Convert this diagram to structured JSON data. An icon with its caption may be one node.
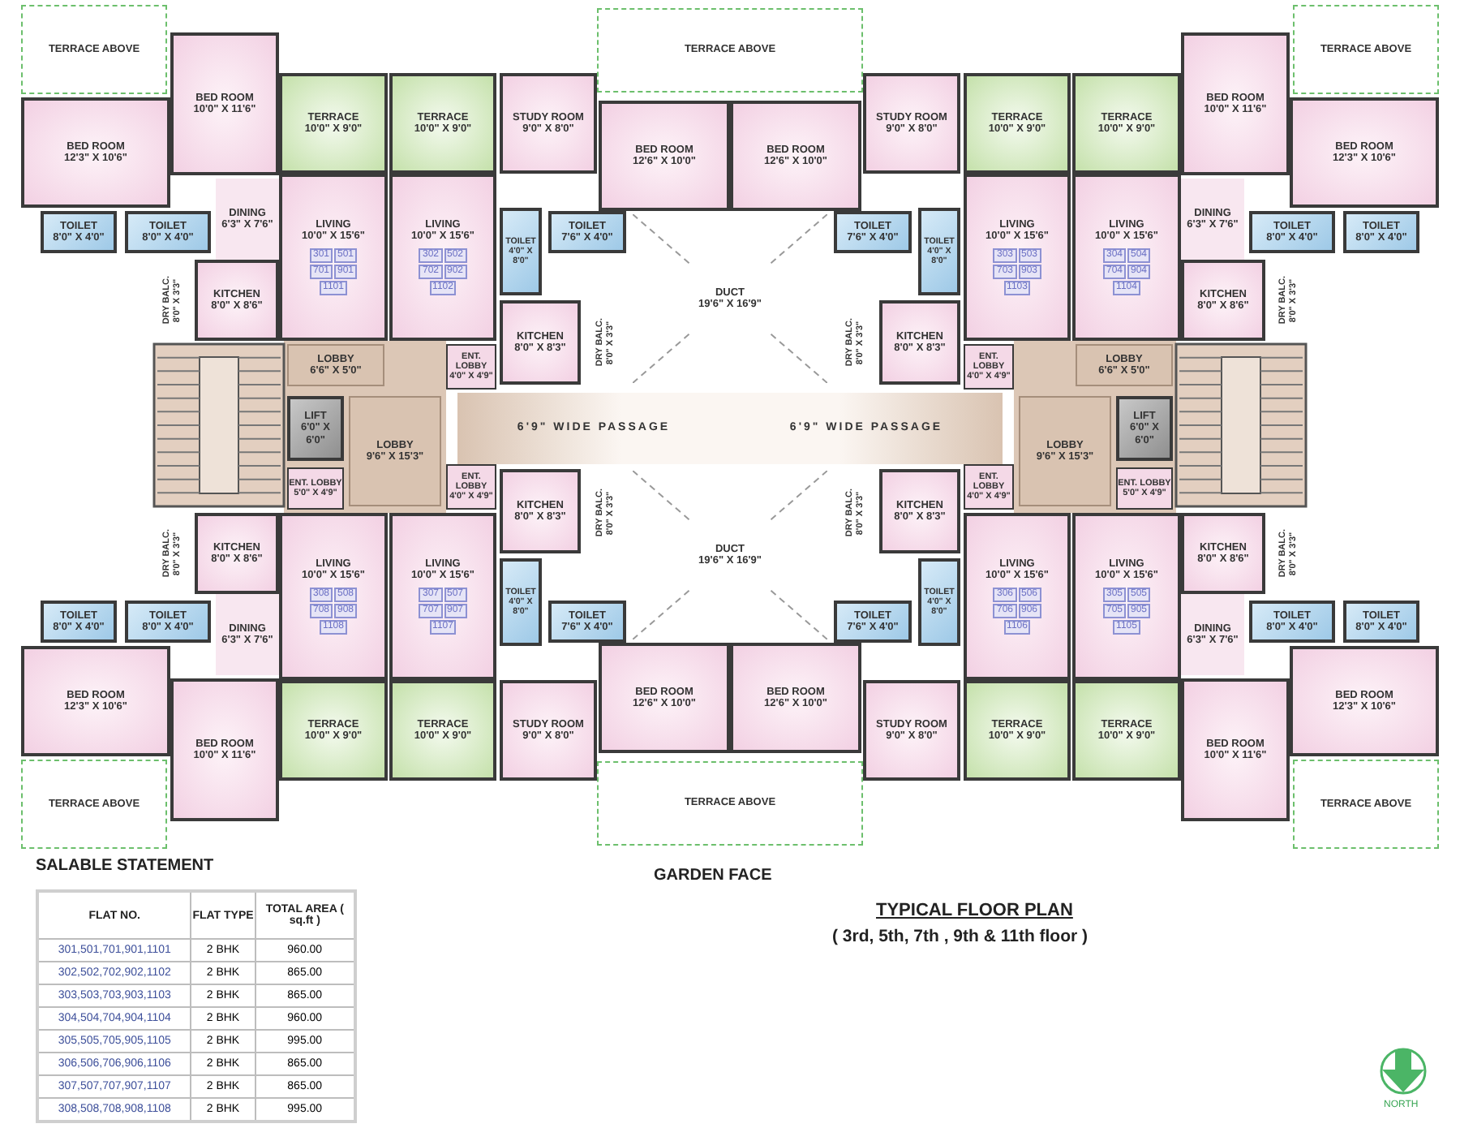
{
  "diagram": {
    "title": "TYPICAL FLOOR PLAN",
    "caption": "( 3rd, 5th, 7th , 9th & 11th floor )",
    "nodes": [
      {
        "text": [
          "TERRACE ABOVE"
        ]
      },
      {
        "text": [
          "BED ROOM",
          "10'0\" X 11'6\""
        ]
      },
      {
        "text": [
          "BED ROOM",
          "12'3\" X 10'6\""
        ]
      },
      {
        "text": [
          "TERRACE",
          "10'0\" X 9'0\""
        ]
      },
      {
        "text": [
          "TERRACE",
          "10'0\" X 9'0\""
        ]
      },
      {
        "text": [
          "STUDY ROOM",
          "9'0\" X 8'0\""
        ]
      },
      {
        "text": [
          "BED ROOM",
          "12'6\" X 10'0\""
        ]
      },
      {
        "text": [
          "TERRACE ABOVE"
        ]
      },
      {
        "text": [
          "BED ROOM",
          "12'6\" X 10'0\""
        ]
      },
      {
        "text": [
          "STUDY ROOM",
          "9'0\" X 8'0\""
        ]
      },
      {
        "text": [
          "TERRACE",
          "10'0\" X 9'0\""
        ]
      },
      {
        "text": [
          "TERRACE",
          "10'0\" X 9'0\""
        ]
      },
      {
        "text": [
          "BED ROOM",
          "10'0\" X 11'6\""
        ]
      },
      {
        "text": [
          "TERRACE ABOVE"
        ]
      },
      {
        "text": [
          "BED ROOM",
          "12'3\" X 10'6\""
        ]
      },
      {
        "text": [
          "TOILET",
          "8'0\" X 4'0\""
        ]
      },
      {
        "text": [
          "TOILET",
          "8'0\" X 4'0\""
        ]
      },
      {
        "text": [
          "DINING",
          "6'3\" X 7'6\""
        ]
      },
      {
        "text": [
          "LIVING",
          "10'0\" X 15'6\"",
          "301",
          "501",
          "701",
          "901",
          "1101"
        ]
      },
      {
        "text": [
          "LIVING",
          "10'0\" X 15'6\"",
          "302",
          "502",
          "702",
          "902",
          "1102"
        ]
      },
      {
        "text": [
          "TOILET",
          "4'0\" X 8'0\""
        ]
      },
      {
        "text": [
          "TOILET",
          "7'6\" X 4'0\""
        ]
      },
      {
        "text": [
          "DUCT",
          "19'6\" X 16'9\""
        ]
      },
      {
        "text": [
          "TOILET",
          "7'6\" X 4'0\""
        ]
      },
      {
        "text": [
          "TOILET",
          "4'0\" X 8'0\""
        ]
      },
      {
        "text": [
          "LIVING",
          "10'0\" X 15'6\"",
          "303",
          "503",
          "703",
          "903",
          "1103"
        ]
      },
      {
        "text": [
          "LIVING",
          "10'0\" X 15'6\"",
          "304",
          "504",
          "704",
          "904",
          "1104"
        ]
      },
      {
        "text": [
          "DINING",
          "6'3\" X 7'6\""
        ]
      },
      {
        "text": [
          "TOILET",
          "8'0\" X 4'0\""
        ]
      },
      {
        "text": [
          "TOILET",
          "8'0\" X 4'0\""
        ]
      },
      {
        "text": [
          "DRY BALC.",
          "8'0\" X 3'3\""
        ]
      },
      {
        "text": [
          "KITCHEN",
          "8'0\" X 8'6\""
        ]
      },
      {
        "text": [
          "ENT. LOBBY",
          "4'0\" X 4'9\""
        ]
      },
      {
        "text": [
          "KITCHEN",
          "8'0\" X 8'3\""
        ]
      },
      {
        "text": [
          "DRY BALC.",
          "8'0\" X 3'3\""
        ]
      },
      {
        "text": [
          "DRY BALC.",
          "8'0\" X 3'3\""
        ]
      },
      {
        "text": [
          "KITCHEN",
          "8'0\" X 8'3\""
        ]
      },
      {
        "text": [
          "ENT. LOBBY",
          "4'0\" X 4'9\""
        ]
      },
      {
        "text": [
          "KITCHEN",
          "8'0\" X 8'6\""
        ]
      },
      {
        "text": [
          "DRY BALC.",
          "8'0\" X 3'3\""
        ]
      },
      {
        "text": [
          "LOBBY",
          "6'6\" X 5'0\""
        ]
      },
      {
        "text": [
          "LOBBY",
          "6'6\" X 5'0\""
        ]
      },
      {
        "text": [
          "LIFT",
          "6'0\" X 6'0\""
        ]
      },
      {
        "text": [
          "LOBBY",
          "9'6\" X 15'3\""
        ]
      },
      {
        "text": [
          "6'9\" WIDE PASSAGE",
          "6'9\" WIDE PASSAGE"
        ]
      },
      {
        "text": [
          "LOBBY",
          "9'6\" X 15'3\""
        ]
      },
      {
        "text": [
          "LIFT",
          "6'0\" X 6'0\""
        ]
      },
      {
        "text": [
          "TERRACE ABOVE"
        ]
      },
      {
        "text": [
          "BED ROOM",
          "10'0\" X 11'6\""
        ]
      },
      {
        "text": [
          "BED ROOM",
          "12'3\" X 10'6\""
        ]
      },
      {
        "text": [
          "TERRACE",
          "10'0\" X 9'0\""
        ]
      },
      {
        "text": [
          "TERRACE",
          "10'0\" X 9'0\""
        ]
      },
      {
        "text": [
          "STUDY ROOM",
          "9'0\" X 8'0\""
        ]
      },
      {
        "text": [
          "BED ROOM",
          "12'6\" X 10'0\""
        ]
      },
      {
        "text": [
          "TERRACE ABOVE"
        ]
      },
      {
        "text": [
          "BED ROOM",
          "12'6\" X 10'0\""
        ]
      },
      {
        "text": [
          "STUDY ROOM",
          "9'0\" X 8'0\""
        ]
      },
      {
        "text": [
          "TERRACE",
          "10'0\" X 9'0\""
        ]
      },
      {
        "text": [
          "TERRACE",
          "10'0\" X 9'0\""
        ]
      },
      {
        "text": [
          "BED ROOM",
          "10'0\" X 11'6\""
        ]
      },
      {
        "text": [
          "TERRACE ABOVE"
        ]
      },
      {
        "text": [
          "BED ROOM",
          "12'3\" X 10'6\""
        ]
      },
      {
        "text": [
          "TOILET",
          "8'0\" X 4'0\""
        ]
      },
      {
        "text": [
          "TOILET",
          "8'0\" X 4'0\""
        ]
      },
      {
        "text": [
          "DINING",
          "6'3\" X 7'6\""
        ]
      },
      {
        "text": [
          "LIVING",
          "10'0\" X 15'6\"",
          "308",
          "508",
          "708",
          "908",
          "1108"
        ]
      },
      {
        "text": [
          "LIVING",
          "10'0\" X 15'6\"",
          "307",
          "507",
          "707",
          "907",
          "1107"
        ]
      },
      {
        "text": [
          "TOILET",
          "4'0\" X 8'0\""
        ]
      },
      {
        "text": [
          "TOILET",
          "7'6\" X 4'0\""
        ]
      },
      {
        "text": [
          "DUCT",
          "19'6\" X 16'9\""
        ]
      },
      {
        "text": [
          "TOILET",
          "7'6\" X 4'0\""
        ]
      },
      {
        "text": [
          "TOILET",
          "4'0\" X 8'0\""
        ]
      },
      {
        "text": [
          "LIVING",
          "10'0\" X 15'6\"",
          "306",
          "506",
          "706",
          "906",
          "1106"
        ]
      },
      {
        "text": [
          "LIVING",
          "10'0\" X 15'6\"",
          "305",
          "505",
          "705",
          "905",
          "1105"
        ]
      },
      {
        "text": [
          "DINING",
          "6'3\" X 7'6\""
        ]
      },
      {
        "text": [
          "TOILET",
          "8'0\" X 4'0\""
        ]
      },
      {
        "text": [
          "TOILET",
          "8'0\" X 4'0\""
        ]
      },
      {
        "text": [
          "DRY BALC.",
          "8'0\" X 3'3\""
        ]
      },
      {
        "text": [
          "KITCHEN",
          "8'0\" X 8'6\""
        ]
      },
      {
        "text": [
          "ENT. LOBBY",
          "4'0\" X 4'9\""
        ]
      },
      {
        "text": [
          "KITCHEN",
          "8'0\" X 8'3\""
        ]
      },
      {
        "text": [
          "DRY BALC.",
          "8'0\" X 3'3\""
        ]
      },
      {
        "text": [
          "DRY BALC.",
          "8'0\" X 3'3\""
        ]
      },
      {
        "text": [
          "KITCHEN",
          "8'0\" X 8'3\""
        ]
      },
      {
        "text": [
          "ENT. LOBBY",
          "4'0\" X 4'9\""
        ]
      },
      {
        "text": [
          "KITCHEN",
          "8'0\" X 8'6\""
        ]
      },
      {
        "text": [
          "DRY BALC.",
          "8'0\" X 3'3\""
        ]
      },
      {
        "text": [
          "ENT. LOBBY",
          "5'0\" X 4'9\""
        ]
      },
      {
        "text": [
          "ENT. LOBBY",
          "5'0\" X 4'9\""
        ]
      }
    ],
    "labels": [
      "GARDEN FACE",
      "SALABLE STATEMENT",
      "FLAT NO.",
      "FLAT TYPE",
      "TOTAL AREA ( sq.ft )",
      "301,501,701,901,1101",
      "2 BHK",
      "960.00",
      "302,502,702,902,1102",
      "2 BHK",
      "865.00",
      "303,503,703,903,1103",
      "2 BHK",
      "865.00",
      "304,504,704,904,1104",
      "2 BHK",
      "960.00",
      "305,505,705,905,1105",
      "2 BHK",
      "995.00",
      "306,506,706,906,1106",
      "2 BHK",
      "865.00",
      "307,507,707,907,1107",
      "2 BHK",
      "865.00",
      "308,508,708,908,1108",
      "2 BHK",
      "995.00",
      "NORTH"
    ]
  }
}
